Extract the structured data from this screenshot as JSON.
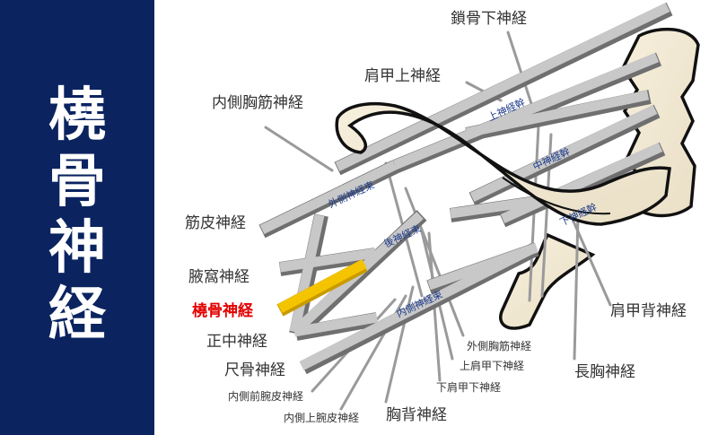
{
  "title_chars": [
    "橈",
    "骨",
    "神",
    "経"
  ],
  "highlight_color": "#f5c400",
  "trunks": {
    "upper": "上神経幹",
    "middle": "中神経幹",
    "lower": "下神経幹"
  },
  "cords": {
    "lateral": "外側神経束",
    "posterior": "後神経束",
    "medial": "内側神経束"
  },
  "labels": {
    "subclavian": "鎖骨下神経",
    "suprascapular": "肩甲上神経",
    "medial_pectoral": "内側胸筋神経",
    "musculocutaneous": "筋皮神経",
    "axillary": "腋窩神経",
    "radial": "橈骨神経",
    "median": "正中神経",
    "ulnar": "尺骨神経",
    "medial_antebrachial": "内側前腕皮神経",
    "medial_brachial": "内側上腕皮神経",
    "thoracodorsal": "胸背神経",
    "lateral_pectoral": "外側胸筋神経",
    "upper_subscapular": "上肩甲下神経",
    "lower_subscapular": "下肩甲下神経",
    "dorsal_scapular": "肩甲背神経",
    "long_thoracic": "長胸神経"
  }
}
